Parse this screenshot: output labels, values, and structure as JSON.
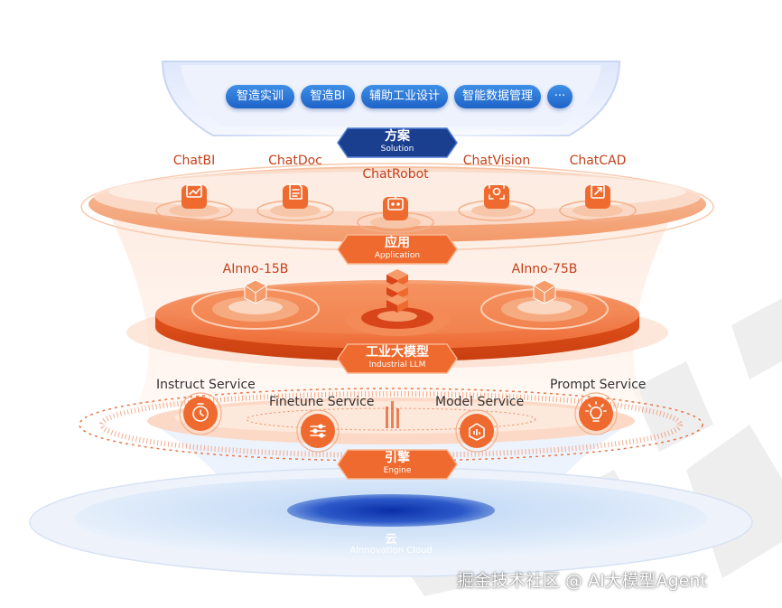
{
  "solution": {
    "items": [
      "智造实训",
      "智造BI",
      "辅助工业设计",
      "智能数据管理",
      "···"
    ],
    "tag_zh": "方案",
    "tag_en": "Solution"
  },
  "application": {
    "items": [
      "ChatBI",
      "ChatDoc",
      "ChatRobot",
      "ChatVision",
      "ChatCAD"
    ],
    "tag_zh": "应用",
    "tag_en": "Application"
  },
  "llm": {
    "items": [
      "AInno-15B",
      "AInno-75B"
    ],
    "tag_zh": "工业大模型",
    "tag_en": "Industrial LLM"
  },
  "engine": {
    "items": [
      "Instruct Service",
      "Finetune Service",
      "Model Service",
      "Prompt Service"
    ],
    "tag_zh": "引擎",
    "tag_en": "Engine"
  },
  "cloud": {
    "label_zh": "云",
    "label_en": "AInnovation Cloud"
  },
  "watermark": "掘金技术社区 @ AI大模型Agent",
  "colors": {
    "orange": "#ef6a2e",
    "deep_orange": "#e2521c",
    "blue": "#1e63c8",
    "navy": "#1b3f8f"
  }
}
